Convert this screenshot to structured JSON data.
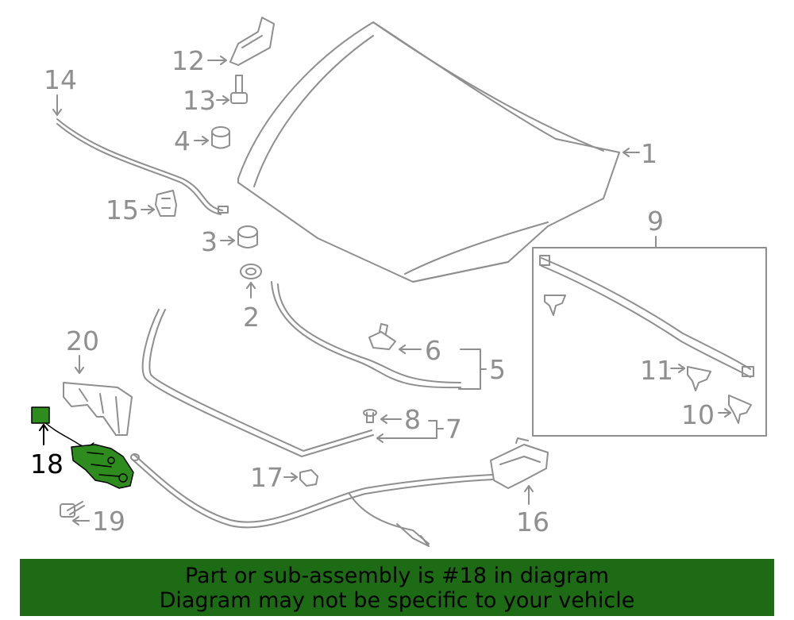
{
  "callouts": {
    "c1": "1",
    "c2": "2",
    "c3": "3",
    "c4": "4",
    "c5": "5",
    "c6": "6",
    "c7": "7",
    "c8": "8",
    "c9": "9",
    "c10": "10",
    "c11": "11",
    "c12": "12",
    "c13": "13",
    "c14": "14",
    "c15": "15",
    "c16": "16",
    "c17": "17",
    "c18": "18",
    "c19": "19",
    "c20": "20"
  },
  "highlighted_part": "18",
  "banner": {
    "line1": "Part or sub-assembly is #18 in diagram",
    "line2": "Diagram may not be specific to your vehicle"
  },
  "colors": {
    "line_art": "#8f8f8f",
    "highlight_part": "#2e8b1e",
    "banner_bg": "#1d6b15",
    "banner_text": "#000000"
  }
}
